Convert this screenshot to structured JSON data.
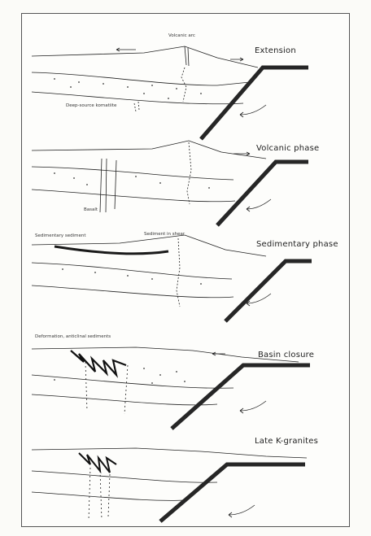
{
  "phases": [
    {
      "label": "Extension",
      "notes": [
        "Volcanic arc",
        "Deep-source komatiite"
      ]
    },
    {
      "label": "Volcanic phase",
      "notes": [
        "Basalt"
      ]
    },
    {
      "label": "Sedimentary phase",
      "notes": [
        "Sedimentary sediment",
        "Sediment in shear"
      ]
    },
    {
      "label": "Basin closure",
      "notes": [
        "Deformation, anticlinal sediments"
      ]
    },
    {
      "label": "Late K-granites",
      "notes": []
    }
  ],
  "colors": {
    "ink": "#1e1e1e",
    "slab": "#262626",
    "frame": "#555555"
  },
  "icons": [
    "arrow-icon",
    "subducting-slab"
  ]
}
